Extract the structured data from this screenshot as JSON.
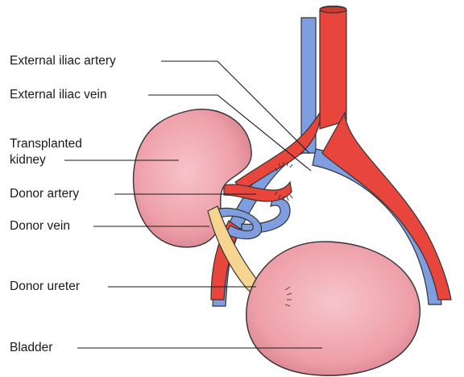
{
  "labels": {
    "external_iliac_artery": "External iliac artery",
    "external_iliac_vein": "External iliac vein",
    "transplanted_kidney_line1": "Transplanted",
    "transplanted_kidney_line2": "kidney",
    "donor_artery": "Donor artery",
    "donor_vein": "Donor vein",
    "donor_ureter": "Donor ureter",
    "bladder": "Bladder"
  },
  "colors": {
    "artery": "#e8463c",
    "vein": "#7f9ee0",
    "kidney": "#f2a7b0",
    "bladder": "#f2a7b0",
    "ureter": "#f6d590",
    "outline": "#333333"
  }
}
